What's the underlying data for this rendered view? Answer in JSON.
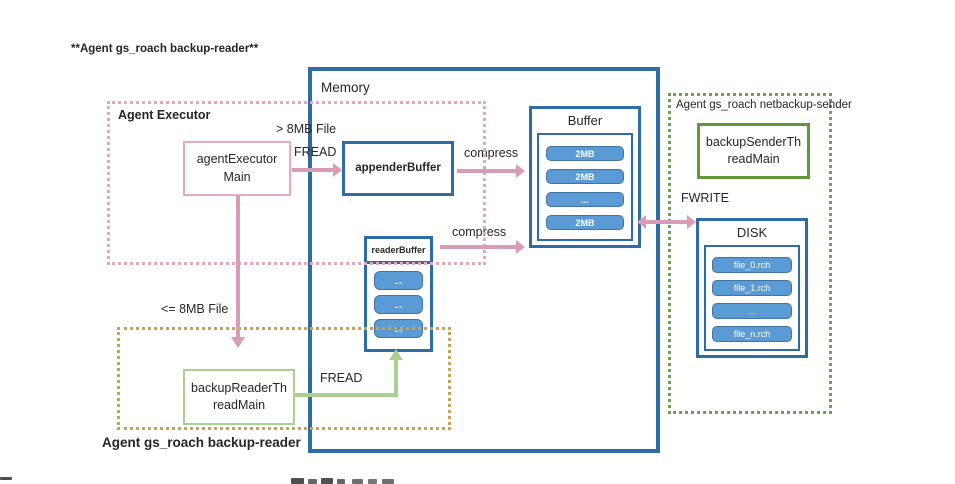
{
  "diagram": {
    "title": "**Agent gs_roach backup-reader**",
    "memory": {
      "label": "Memory",
      "appender_buffer_label": "appenderBuffer",
      "reader_buffer": {
        "label": "readerBuffer",
        "slots": [
          "...",
          "...",
          "..."
        ]
      },
      "buffer": {
        "label": "Buffer",
        "slots": [
          "2MB",
          "2MB",
          "...",
          "2MB"
        ]
      }
    },
    "executor": {
      "region_label": "Agent Executor",
      "main_line1": "agentExecutor",
      "main_line2": "Main",
      "gt_label": "> 8MB File",
      "fread_label": "FREAD",
      "le_label": "<= 8MB File",
      "compress_top": "compress",
      "compress_bottom": "compress"
    },
    "reader": {
      "region_label": "Agent gs_roach backup-reader",
      "thread_line1": "backupReaderTh",
      "thread_line2": "readMain",
      "fread_label": "FREAD"
    },
    "sender": {
      "region_label": "Agent gs_roach netbackup-sender",
      "thread_line1": "backupSenderTh",
      "thread_line2": "readMain",
      "fwrite_label": "FWRITE",
      "disk": {
        "label": "DISK",
        "files": [
          "file_0.rch",
          "file_1.rch",
          "...",
          "file_n.rch"
        ]
      }
    },
    "colors": {
      "blue_border": "#2e6da4",
      "pill_fill": "#5b9bd5",
      "pink": "#d89cb6",
      "pink_dotted": "#ddaabf",
      "light_green": "#a9d08e",
      "dark_green": "#61983b",
      "green_dotted": "#6fa04b",
      "tan_dotted": "#c4a45c"
    }
  }
}
